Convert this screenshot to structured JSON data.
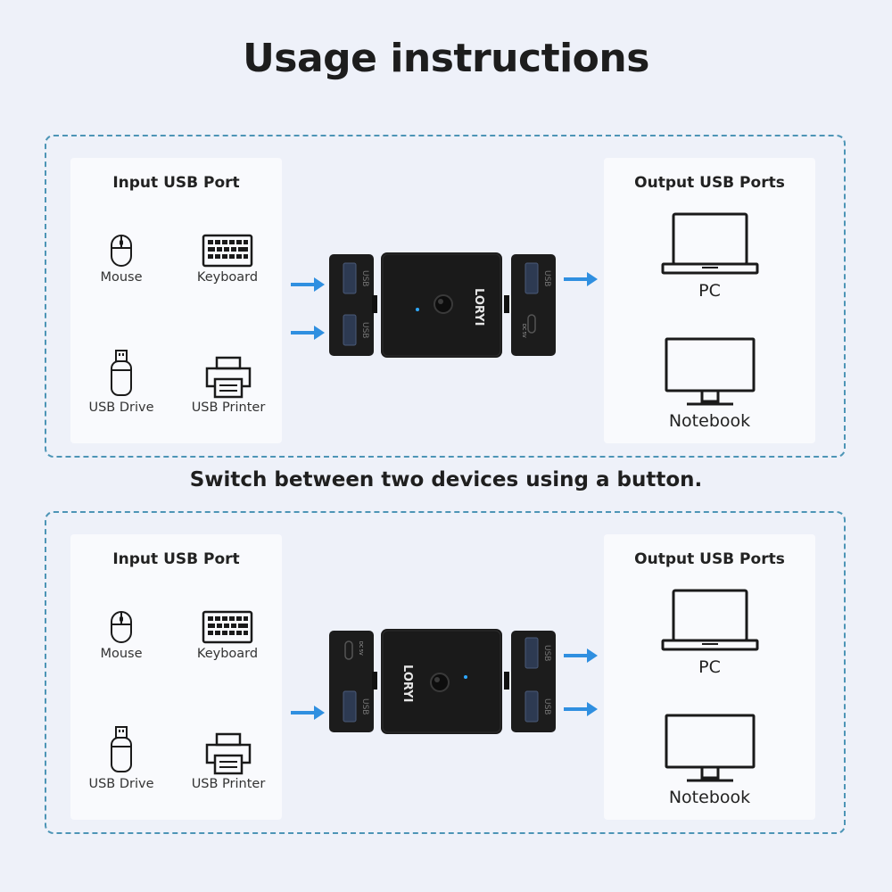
{
  "title": "Usage instructions",
  "subtitle": "Switch between two devices using a button.",
  "sections": [
    {
      "input_title": "Input USB Port",
      "output_title": "Output USB Ports",
      "input_devices": [
        "Mouse",
        "Keyboard",
        "USB Drive",
        "USB Printer"
      ],
      "output_devices": [
        "PC",
        "Notebook"
      ],
      "hub": {
        "brand": "LORYI",
        "port_label": "USB",
        "power_label": "DC 5V"
      }
    },
    {
      "input_title": "Input USB Port",
      "output_title": "Output USB Ports",
      "input_devices": [
        "Mouse",
        "Keyboard",
        "USB Drive",
        "USB Printer"
      ],
      "output_devices": [
        "PC",
        "Notebook"
      ],
      "hub": {
        "brand": "LORYI",
        "port_label": "USB",
        "power_label": "DC 5V"
      }
    }
  ],
  "colors": {
    "arrow": "#2f8fe0",
    "border": "#4d95b6",
    "device": "#1a1a1a"
  }
}
